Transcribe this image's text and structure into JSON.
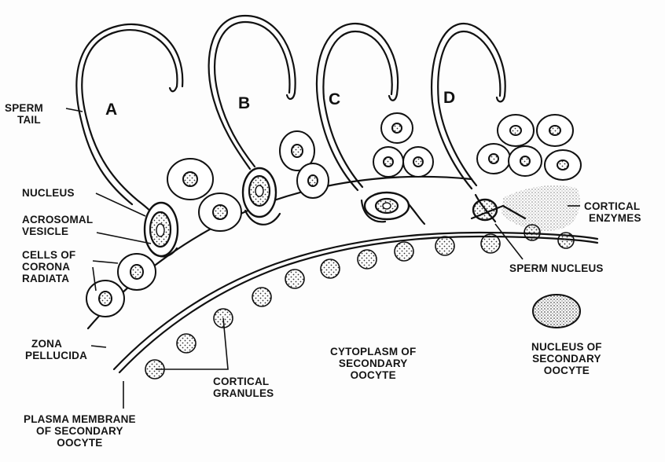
{
  "stages": [
    "A",
    "B",
    "C",
    "D"
  ],
  "labels": {
    "sperm_tail": [
      "SPERM",
      "TAIL"
    ],
    "nucleus": [
      "NUCLEUS"
    ],
    "acrosomal_vesicle": [
      "ACROSOMAL",
      "VESICLE"
    ],
    "cells_of_corona_radiata": [
      "CELLS OF",
      "CORONA",
      "RADIATA"
    ],
    "zona_pellucida": [
      "ZONA",
      "PELLUCIDA"
    ],
    "plasma_membrane": [
      "PLASMA MEMBRANE",
      "OF SECONDARY",
      "OOCYTE"
    ],
    "cortical_granules": [
      "CORTICAL",
      "GRANULES"
    ],
    "cytoplasm": [
      "CYTOPLASM OF",
      "SECONDARY",
      "OOCYTE"
    ],
    "cortical_enzymes": [
      "CORTICAL",
      "ENZYMES"
    ],
    "sperm_nucleus": [
      "SPERM NUCLEUS"
    ],
    "nucleus_of_secondary_oocyte": [
      "NUCLEUS OF",
      "SECONDARY",
      "OOCYTE"
    ]
  }
}
